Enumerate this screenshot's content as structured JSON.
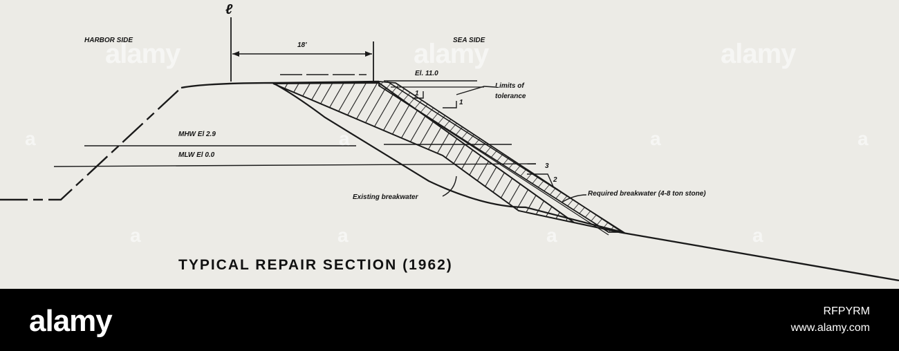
{
  "diagram": {
    "centerline_symbol": "ℓ",
    "harbor_side": "HARBOR SIDE",
    "sea_side": "SEA SIDE",
    "crest_width": "18'",
    "crest_elevation": "El. 11.0",
    "slope_marks": [
      "1",
      "1"
    ],
    "limits_line1": "Limits of",
    "limits_line2": "tolerance",
    "mhw": "MHW El 2.9",
    "mlw": "MLW El 0.0",
    "slope_ratio_top": "3",
    "slope_ratio_side": "2",
    "existing_label": "Existing breakwater",
    "required_label": "Required breakwater (4-8 ton stone)",
    "title": "TYPICAL REPAIR SECTION (1962)"
  },
  "watermarks": [
    "alamy",
    "alamy",
    "alamy",
    "a",
    "a",
    "a",
    "a",
    "a",
    "a",
    "a",
    "a"
  ],
  "footer": {
    "logo": "alamy",
    "image_id": "RFPYRM",
    "url": "www.alamy.com"
  },
  "colors": {
    "paper": "#ecebe6",
    "ink": "#141414",
    "footer_bg": "#000000",
    "footer_text": "#ffffff"
  }
}
